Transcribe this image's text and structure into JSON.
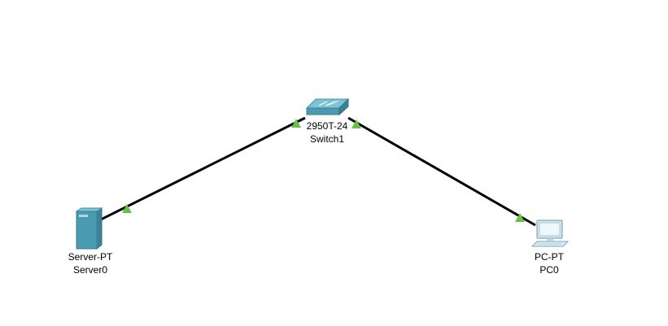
{
  "colors": {
    "background": "#ffffff",
    "link": "#000000",
    "link_status_up": "#6abf4b",
    "device_teal": "#4a9bb0"
  },
  "devices": [
    {
      "id": "switch",
      "icon": "switch-icon",
      "model": "2950T-24",
      "name": "Switch1"
    },
    {
      "id": "server",
      "icon": "server-icon",
      "model": "Server-PT",
      "name": "Server0"
    },
    {
      "id": "pc",
      "icon": "pc-icon",
      "model": "PC-PT",
      "name": "PC0"
    }
  ],
  "links": [
    {
      "from": "Server0",
      "to": "Switch1",
      "status": "up"
    },
    {
      "from": "Switch1",
      "to": "PC0",
      "status": "up"
    }
  ]
}
